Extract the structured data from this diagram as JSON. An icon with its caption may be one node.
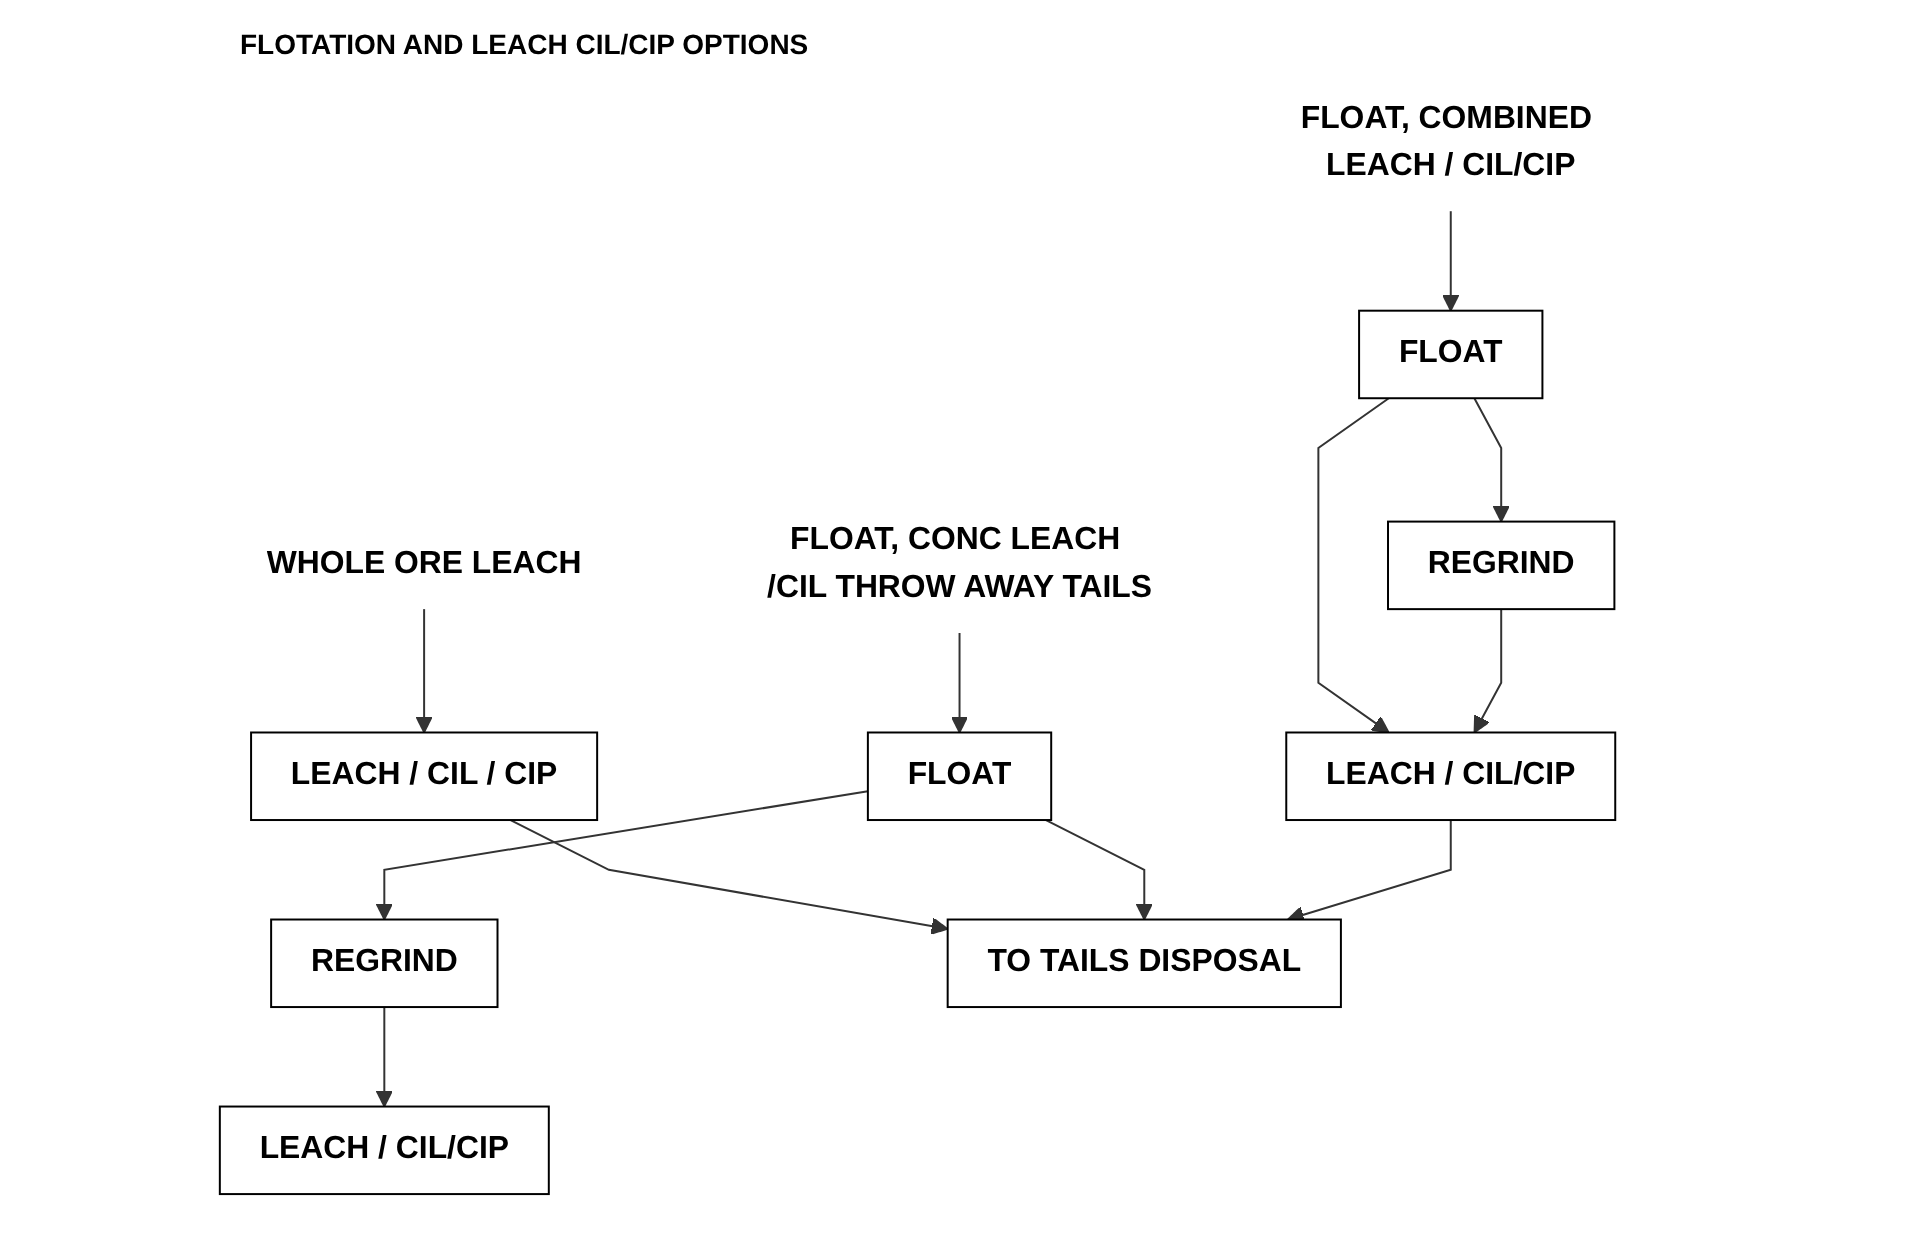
{
  "diagram": {
    "title": "FLOTATION AND LEACH CIL/CIP OPTIONS",
    "nodes": [
      {
        "text": [
          "WHOLE ORE LEACH"
        ]
      },
      {
        "text": [
          "LEACH / CIL / CIP"
        ]
      },
      {
        "text": [
          "FLOAT, CONC LEACH /CIL THROW AWAY TAILS"
        ]
      },
      {
        "text": [
          "FLOAT"
        ]
      },
      {
        "text": [
          "REGRIND"
        ]
      },
      {
        "text": [
          "LEACH / CIL/CIP"
        ]
      },
      {
        "text": [
          "FLOAT, COMBINED LEACH / CIL/CIP"
        ]
      },
      {
        "text": [
          "FLOAT"
        ]
      },
      {
        "text": [
          "REGRIND"
        ]
      },
      {
        "text": [
          "LEACH / CIL/CIP"
        ]
      },
      {
        "text": [
          "TO TAILS DISPOSAL"
        ]
      }
    ],
    "edges": [
      {
        "from": 0,
        "to": 1,
        "arrow": "to"
      },
      {
        "from": 1,
        "to": 10,
        "arrow": "to"
      },
      {
        "from": 2,
        "to": 3,
        "arrow": "to"
      },
      {
        "from": 3,
        "to": 4,
        "arrow": "to"
      },
      {
        "from": 4,
        "to": 5,
        "arrow": "to"
      },
      {
        "from": 3,
        "to": 10,
        "arrow": "to"
      },
      {
        "from": 6,
        "to": 7,
        "arrow": "to"
      },
      {
        "from": 7,
        "to": 8,
        "arrow": "to"
      },
      {
        "from": 7,
        "to": 9,
        "arrow": "to"
      },
      {
        "from": 8,
        "to": 9,
        "arrow": "to"
      },
      {
        "from": 9,
        "to": 10,
        "arrow": "to"
      }
    ]
  }
}
